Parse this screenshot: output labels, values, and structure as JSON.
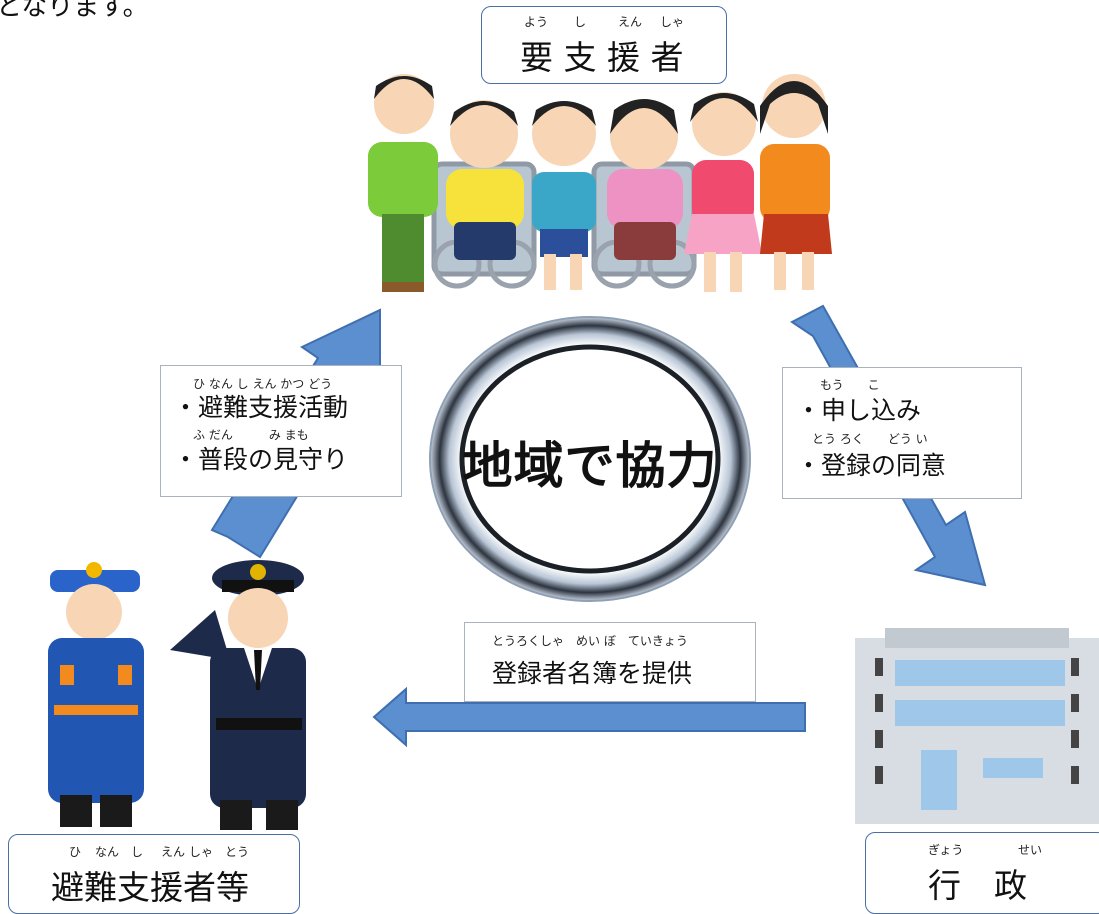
{
  "top_fragment": "となります。",
  "center": {
    "label": "地域で協力"
  },
  "requester_box": {
    "ruby": [
      "よう",
      "し",
      "えん",
      "しゃ"
    ],
    "label": "要 支 援 者"
  },
  "supporter_box": {
    "ruby": [
      "ひ",
      "なん",
      "し",
      "えん",
      "しゃ",
      "とう"
    ],
    "label": "避難支援者等"
  },
  "admin_box": {
    "ruby": [
      "ぎょう",
      "せい"
    ],
    "label": "行　政"
  },
  "left_text": {
    "line1_ruby": "ひ なん し えん かつ どう",
    "line1": "・避難支援活動",
    "line2_ruby": "ふ だん　　　み まも",
    "line2": "・普段の見守り"
  },
  "right_text": {
    "line1_ruby": "もう　　こ",
    "line1": "・申し込み",
    "line2_ruby": "とう ろく　　どう い",
    "line2": "・登録の同意"
  },
  "bottom_text": {
    "ruby": "とうろくしゃ　めい ぼ　ていきょう",
    "label": "登録者名簿を提供"
  },
  "colors": {
    "arrow": "#5b8fd0",
    "arrow_edge": "#3f6fb0",
    "box_border": "#4a6fa5"
  },
  "icons": [
    "people-group-illustration",
    "wheelchair-icon",
    "firefighter-illustration",
    "police-officer-illustration",
    "government-building-illustration"
  ]
}
